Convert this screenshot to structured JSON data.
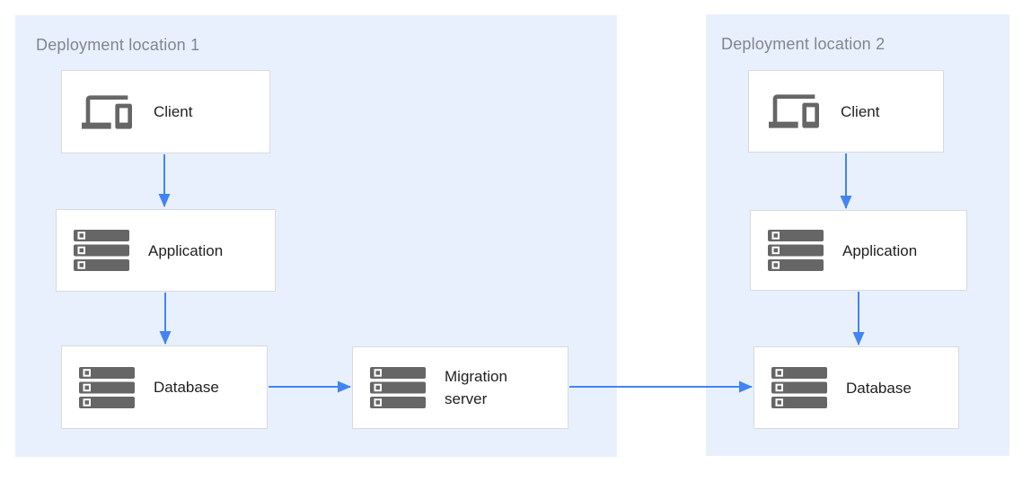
{
  "regions": [
    {
      "label": "Deployment location 1"
    },
    {
      "label": "Deployment location 2"
    }
  ],
  "nodes": [
    {
      "id": "client-1",
      "label": "Client",
      "icon": "devices-icon",
      "region": "Deployment location 1"
    },
    {
      "id": "application-1",
      "label": "Application",
      "icon": "server-stack-icon",
      "region": "Deployment location 1"
    },
    {
      "id": "database-1",
      "label": "Database",
      "icon": "server-stack-icon",
      "region": "Deployment location 1"
    },
    {
      "id": "migration-server",
      "label": "Migration server",
      "icon": "server-stack-icon"
    },
    {
      "id": "client-2",
      "label": "Client",
      "icon": "devices-icon",
      "region": "Deployment location 2"
    },
    {
      "id": "application-2",
      "label": "Application",
      "icon": "server-stack-icon",
      "region": "Deployment location 2"
    },
    {
      "id": "database-2",
      "label": "Database",
      "icon": "server-stack-icon",
      "region": "Deployment location 2"
    }
  ],
  "edges": [
    {
      "from": "client-1",
      "to": "application-1"
    },
    {
      "from": "application-1",
      "to": "database-1"
    },
    {
      "from": "database-1",
      "to": "migration-server"
    },
    {
      "from": "migration-server",
      "to": "database-2"
    },
    {
      "from": "client-2",
      "to": "application-2"
    },
    {
      "from": "application-2",
      "to": "database-2"
    }
  ],
  "colors": {
    "region_background": "#e8f0fe",
    "arrow_blue": "#4284f3",
    "icon_gray": "#666666",
    "box_border": "#d9dadc",
    "region_label_gray": "#80868b",
    "node_text": "#212121"
  }
}
